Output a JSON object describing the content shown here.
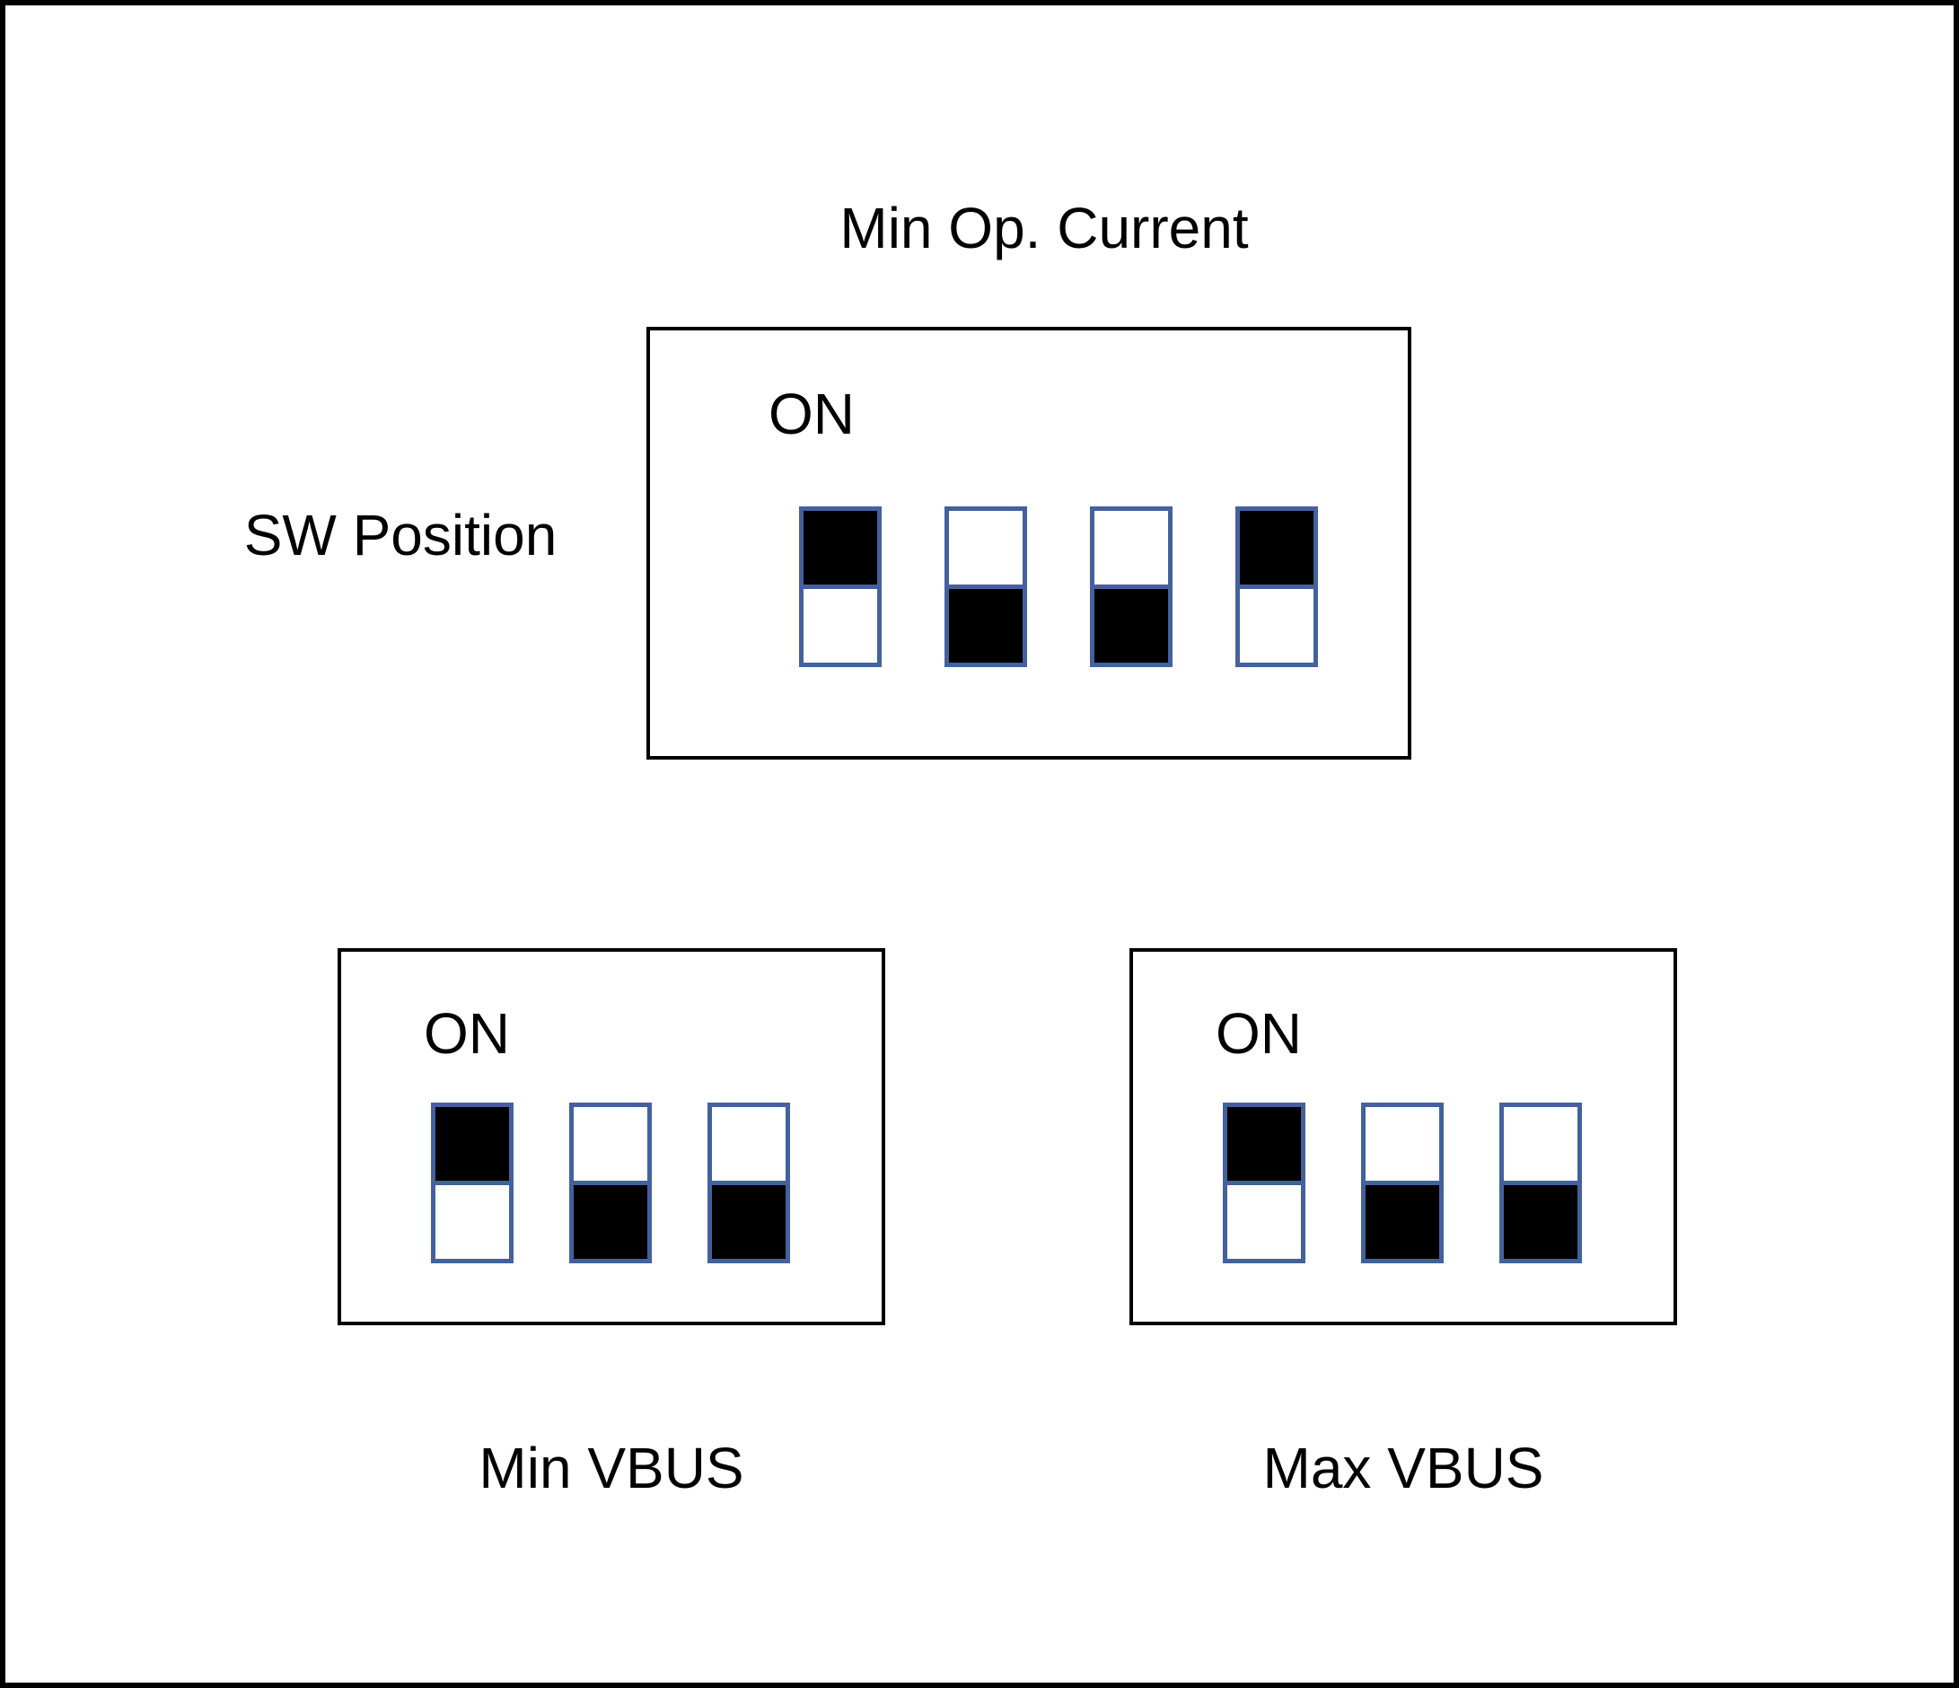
{
  "title": "Min Op. Current",
  "sw_position_label": "SW Position",
  "panels": {
    "min_op_current": {
      "on_label": "ON",
      "switches": [
        "on",
        "off",
        "off",
        "on"
      ]
    },
    "min_vbus": {
      "on_label": "ON",
      "caption": "Min VBUS",
      "switches": [
        "on",
        "off",
        "off"
      ]
    },
    "max_vbus": {
      "on_label": "ON",
      "caption": "Max VBUS",
      "switches": [
        "on",
        "off",
        "off"
      ]
    }
  },
  "colors": {
    "switch_border": "#44619d",
    "switch_fill_on": "#000000",
    "switch_fill_off": "#ffffff",
    "panel_border": "#000000"
  }
}
